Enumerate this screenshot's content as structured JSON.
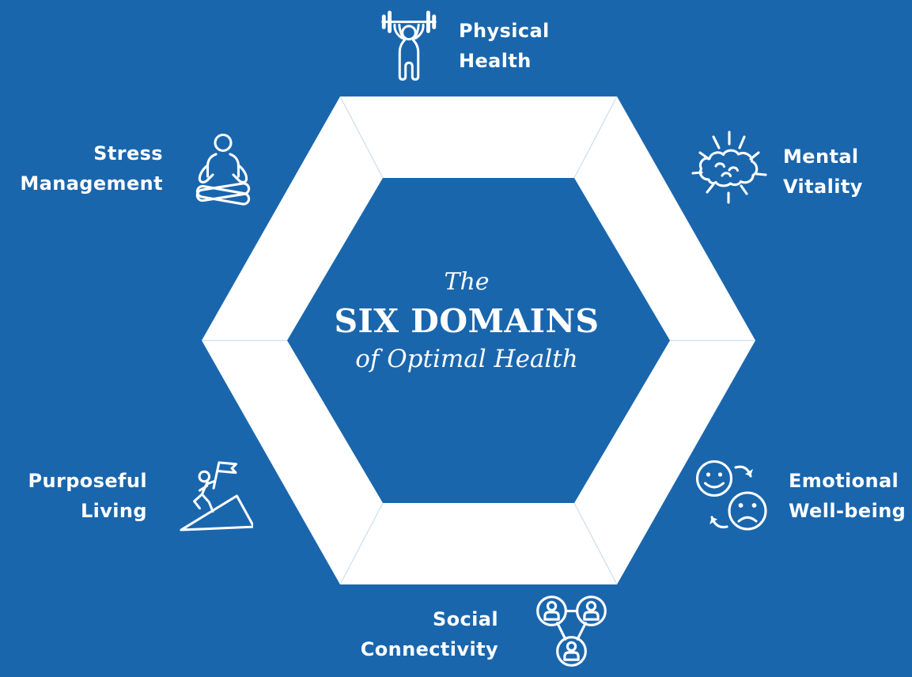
{
  "title": {
    "pre": "The",
    "main": "SIX DOMAINS",
    "sub": "of Optimal Health"
  },
  "domains": [
    {
      "name": "Physical Health",
      "lines": [
        "Physical",
        "Health"
      ],
      "icon": "weightlifter-icon",
      "position": "top"
    },
    {
      "name": "Mental Vitality",
      "lines": [
        "Mental",
        "Vitality"
      ],
      "icon": "brain-sunburst-icon",
      "position": "top-right"
    },
    {
      "name": "Emotional Well-being",
      "lines": [
        "Emotional",
        "Well-being"
      ],
      "icon": "mood-cycle-icon",
      "position": "bottom-right"
    },
    {
      "name": "Social Connectivity",
      "lines": [
        "Social",
        "Connectivity"
      ],
      "icon": "people-network-icon",
      "position": "bottom"
    },
    {
      "name": "Purposeful Living",
      "lines": [
        "Purposeful",
        "Living"
      ],
      "icon": "mountain-flag-icon",
      "position": "bottom-left"
    },
    {
      "name": "Stress Management",
      "lines": [
        "Stress",
        "Management"
      ],
      "icon": "meditation-icon",
      "position": "top-left"
    }
  ],
  "colors": {
    "background": "#1A66AD",
    "hexagon_ring": "#FFFFFF",
    "text": "#FFFFFF",
    "segment_seam": "#CFE0EE"
  }
}
